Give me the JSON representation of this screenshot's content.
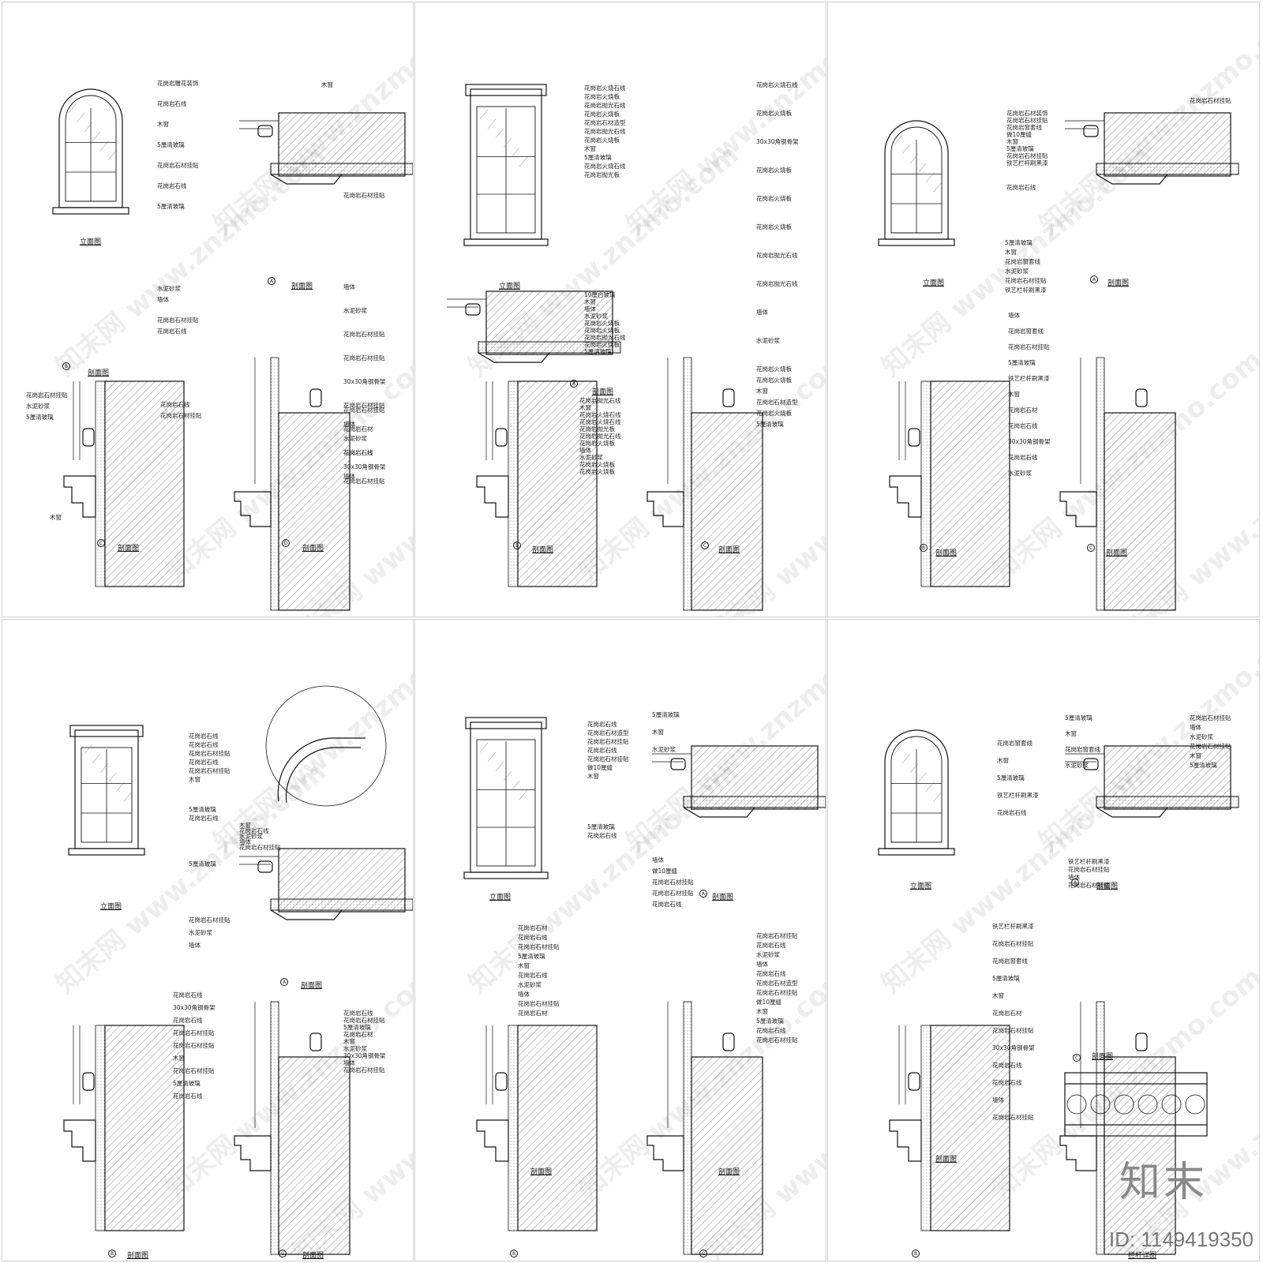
{
  "sheets": [
    {
      "captions": [
        "立面图",
        "剖面图",
        "剖面图",
        "剖面图",
        "剖面图"
      ],
      "tags": [
        "A",
        "B",
        "C",
        "D"
      ],
      "labels": [
        "花岗岩雕花装饰",
        "花岗岩石线",
        "木窗",
        "5厘清玻璃",
        "花岗岩石材挂贴",
        "花岗岩石线",
        "5厘清玻璃",
        "木窗",
        "花岗岩石材挂贴",
        "水泥砂浆",
        "墙体",
        "花岗岩石材挂贴",
        "花岗岩石线",
        "墙体",
        "水泥砂浆",
        "花岗岩石材挂贴",
        "花岗岩石材挂贴",
        "30x30角钢骨架",
        "花岗岩石材挂贴",
        "花岗岩石材",
        "花岗岩石线",
        "墙体",
        "花岗岩石材挂贴",
        "水泥砂浆",
        "5厘清玻璃",
        "花岗岩石线",
        "花岗岩石材挂贴",
        "木窗",
        "花岗岩石材挂贴",
        "墙体",
        "水泥砂浆",
        "花岗岩石线",
        "30x30角钢骨架",
        "花岗岩石材挂贴"
      ]
    },
    {
      "captions": [
        "立面图",
        "剖面图",
        "剖面图",
        "剖面图"
      ],
      "tags": [
        "A",
        "B",
        "C"
      ],
      "labels": [
        "花岗岩火烧石线",
        "花岗岩火烧板",
        "花岗岩抛光石线",
        "花岗岩火烧板",
        "花岗岩石材造型",
        "花岗岩抛光石线",
        "花岗岩火烧板",
        "木窗",
        "5厘清玻璃",
        "花岗岩火烧石线",
        "花岗岩抛光板",
        "10厘白玻璃",
        "木窗",
        "墙体",
        "水泥砂浆",
        "花岗岩火烧板",
        "花岗岩火烧板",
        "花岗岩抛光石线",
        "花岗岩火烧板",
        "5厘清玻璃",
        "花岗岩抛光石线",
        "木窗",
        "花岗岩火烧石线",
        "花岗岩火烧石线",
        "花岗岩抛光板",
        "花岗岩抛光石线",
        "花岗岩火烧板",
        "墙体",
        "水泥砂浆",
        "花岗岩火烧板",
        "花岗岩火烧板",
        "花岗岩火烧石线",
        "花岗岩火烧板",
        "30x30角钢骨架",
        "花岗岩火烧板",
        "花岗岩火烧板",
        "花岗岩火烧板",
        "花岗岩抛光石线",
        "花岗岩抛光石线",
        "墙体",
        "水泥砂浆",
        "花岗岩火烧板",
        "花岗岩火烧板",
        "木窗",
        "花岗岩石材造型",
        "花岗岩火烧板",
        "5厘清玻璃"
      ]
    },
    {
      "captions": [
        "立面图",
        "剖面图",
        "剖面图",
        "剖面图"
      ],
      "tags": [
        "A",
        "B",
        "C"
      ],
      "labels": [
        "花岗岩石材装饰",
        "花岗岩石材挂贴",
        "花岗岩窗套线",
        "做10厘缝",
        "木窗",
        "5厘清玻璃",
        "花岗岩石材挂贴",
        "铁艺栏杆刷黑漆",
        "花岗岩石线",
        "5厘清玻璃",
        "木窗",
        "花岗岩窗套线",
        "水泥砂浆",
        "花岗岩石材挂贴",
        "铁艺栏杆刷黑漆",
        "墙体",
        "花岗岩窗套线",
        "花岗岩石材挂贴",
        "5厘清玻璃",
        "铁艺栏杆刷黑漆",
        "木窗",
        "花岗岩石材",
        "花岗岩石线",
        "30x30角钢骨架",
        "花岗岩石线",
        "水泥砂浆",
        "花岗岩石材挂贴"
      ]
    },
    {
      "captions": [
        "立面图",
        "剖面图",
        "剖面图",
        "剖面图"
      ],
      "tags": [
        "A",
        "B",
        "C"
      ],
      "labels": [
        "花岗岩石线",
        "花岗岩石线",
        "花岗岩石材挂贴",
        "花岗岩石线",
        "花岗岩石材挂贴",
        "木窗",
        "5厘清玻璃",
        "花岗岩石线",
        "5厘清玻璃",
        "木窗",
        "花岗岩石线",
        "水泥砂浆",
        "墙体",
        "花岗岩石材挂贴",
        "花岗岩石材挂贴",
        "水泥砂浆",
        "墙体",
        "花岗岩石线",
        "30x30角钢骨架",
        "花岗岩石线",
        "花岗岩石材挂贴",
        "花岗岩石材挂贴",
        "木窗",
        "花岗岩石材挂贴",
        "5厘清玻璃",
        "花岗岩石线",
        "花岗岩石线",
        "花岗岩石材挂贴",
        "5厘清玻璃",
        "花岗岩石材",
        "木窗",
        "水泥砂浆",
        "30x30角钢骨架",
        "墙体",
        "花岗岩石材挂贴"
      ]
    },
    {
      "captions": [
        "立面图",
        "剖面图",
        "剖面图",
        "剖面图"
      ],
      "tags": [
        "A",
        "B",
        "C"
      ],
      "labels": [
        "花岗岩石线",
        "花岗岩石材造型",
        "花岗岩石材挂贴",
        "花岗岩石线",
        "花岗岩石材挂贴",
        "做10厘缝",
        "木窗",
        "5厘清玻璃",
        "花岗岩石线",
        "5厘清玻璃",
        "木窗",
        "水泥砂浆",
        "墙体",
        "做10厘缝",
        "花岗岩石材挂贴",
        "花岗岩石材挂贴",
        "花岗岩石线",
        "花岗岩石材",
        "花岗岩石线",
        "花岗岩石材挂贴",
        "5厘清玻璃",
        "木窗",
        "花岗岩石线",
        "水泥砂浆",
        "墙体",
        "花岗岩石材挂贴",
        "花岗岩石材",
        "花岗岩石材挂贴",
        "花岗岩石线",
        "水泥砂浆",
        "墙体",
        "花岗岩石线",
        "花岗岩石材造型",
        "花岗岩石材挂贴",
        "做10厘缝",
        "木窗",
        "5厘清玻璃",
        "花岗岩石线",
        "花岗岩石材挂贴"
      ]
    },
    {
      "captions": [
        "立面图",
        "剖面图",
        "剖面图",
        "剖面图",
        "栏杆详图"
      ],
      "tags": [
        "A",
        "B",
        "C"
      ],
      "labels": [
        "花岗岩窗套线",
        "木窗",
        "5厘清玻璃",
        "铁艺栏杆刷黑漆",
        "花岗岩石线",
        "5厘清玻璃",
        "木窗",
        "花岗岩窗套线",
        "水泥砂浆",
        "铁艺栏杆刷黑漆",
        "花岗岩石材挂贴",
        "墙体",
        "花岗岩石材挂贴",
        "铁艺栏杆刷黑漆",
        "花岗岩石材挂贴",
        "花岗岩窗套线",
        "5厘清玻璃",
        "木窗",
        "花岗岩石材",
        "花岗岩石材挂贴",
        "30x30角钢骨架",
        "花岗岩石线",
        "花岗岩石线",
        "墙体",
        "花岗岩石材挂贴",
        "花岗岩石材挂贴",
        "墙体",
        "水泥砂浆",
        "花岗岩石材挂贴",
        "木窗",
        "5厘清玻璃"
      ]
    }
  ],
  "watermark_text": "知末网 www.znzmo.com",
  "brand": "知末",
  "id_text": "ID: 1149419350"
}
